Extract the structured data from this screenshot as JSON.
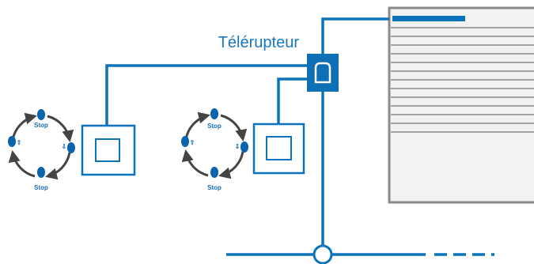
{
  "diagram": {
    "title": "Télérupteur",
    "cycle_label_top": "Stop",
    "cycle_label_bottom": "Stop",
    "arrow_up_glyph": "⇧",
    "arrow_down_glyph": "⇩",
    "colors": {
      "wire": "#0a73bb",
      "relay": "#0e6fb5",
      "shutter_frame": "#8a8a8a",
      "shutter_fill": "#f2f2f2",
      "cycle_dot": "#0a63ad",
      "cycle_arrow": "#444444"
    },
    "icons": {
      "relay": "relay-icon",
      "switch": "push-button-switch-icon",
      "shutter": "roller-shutter-icon",
      "cycle": "cycle-sequence-icon"
    }
  }
}
